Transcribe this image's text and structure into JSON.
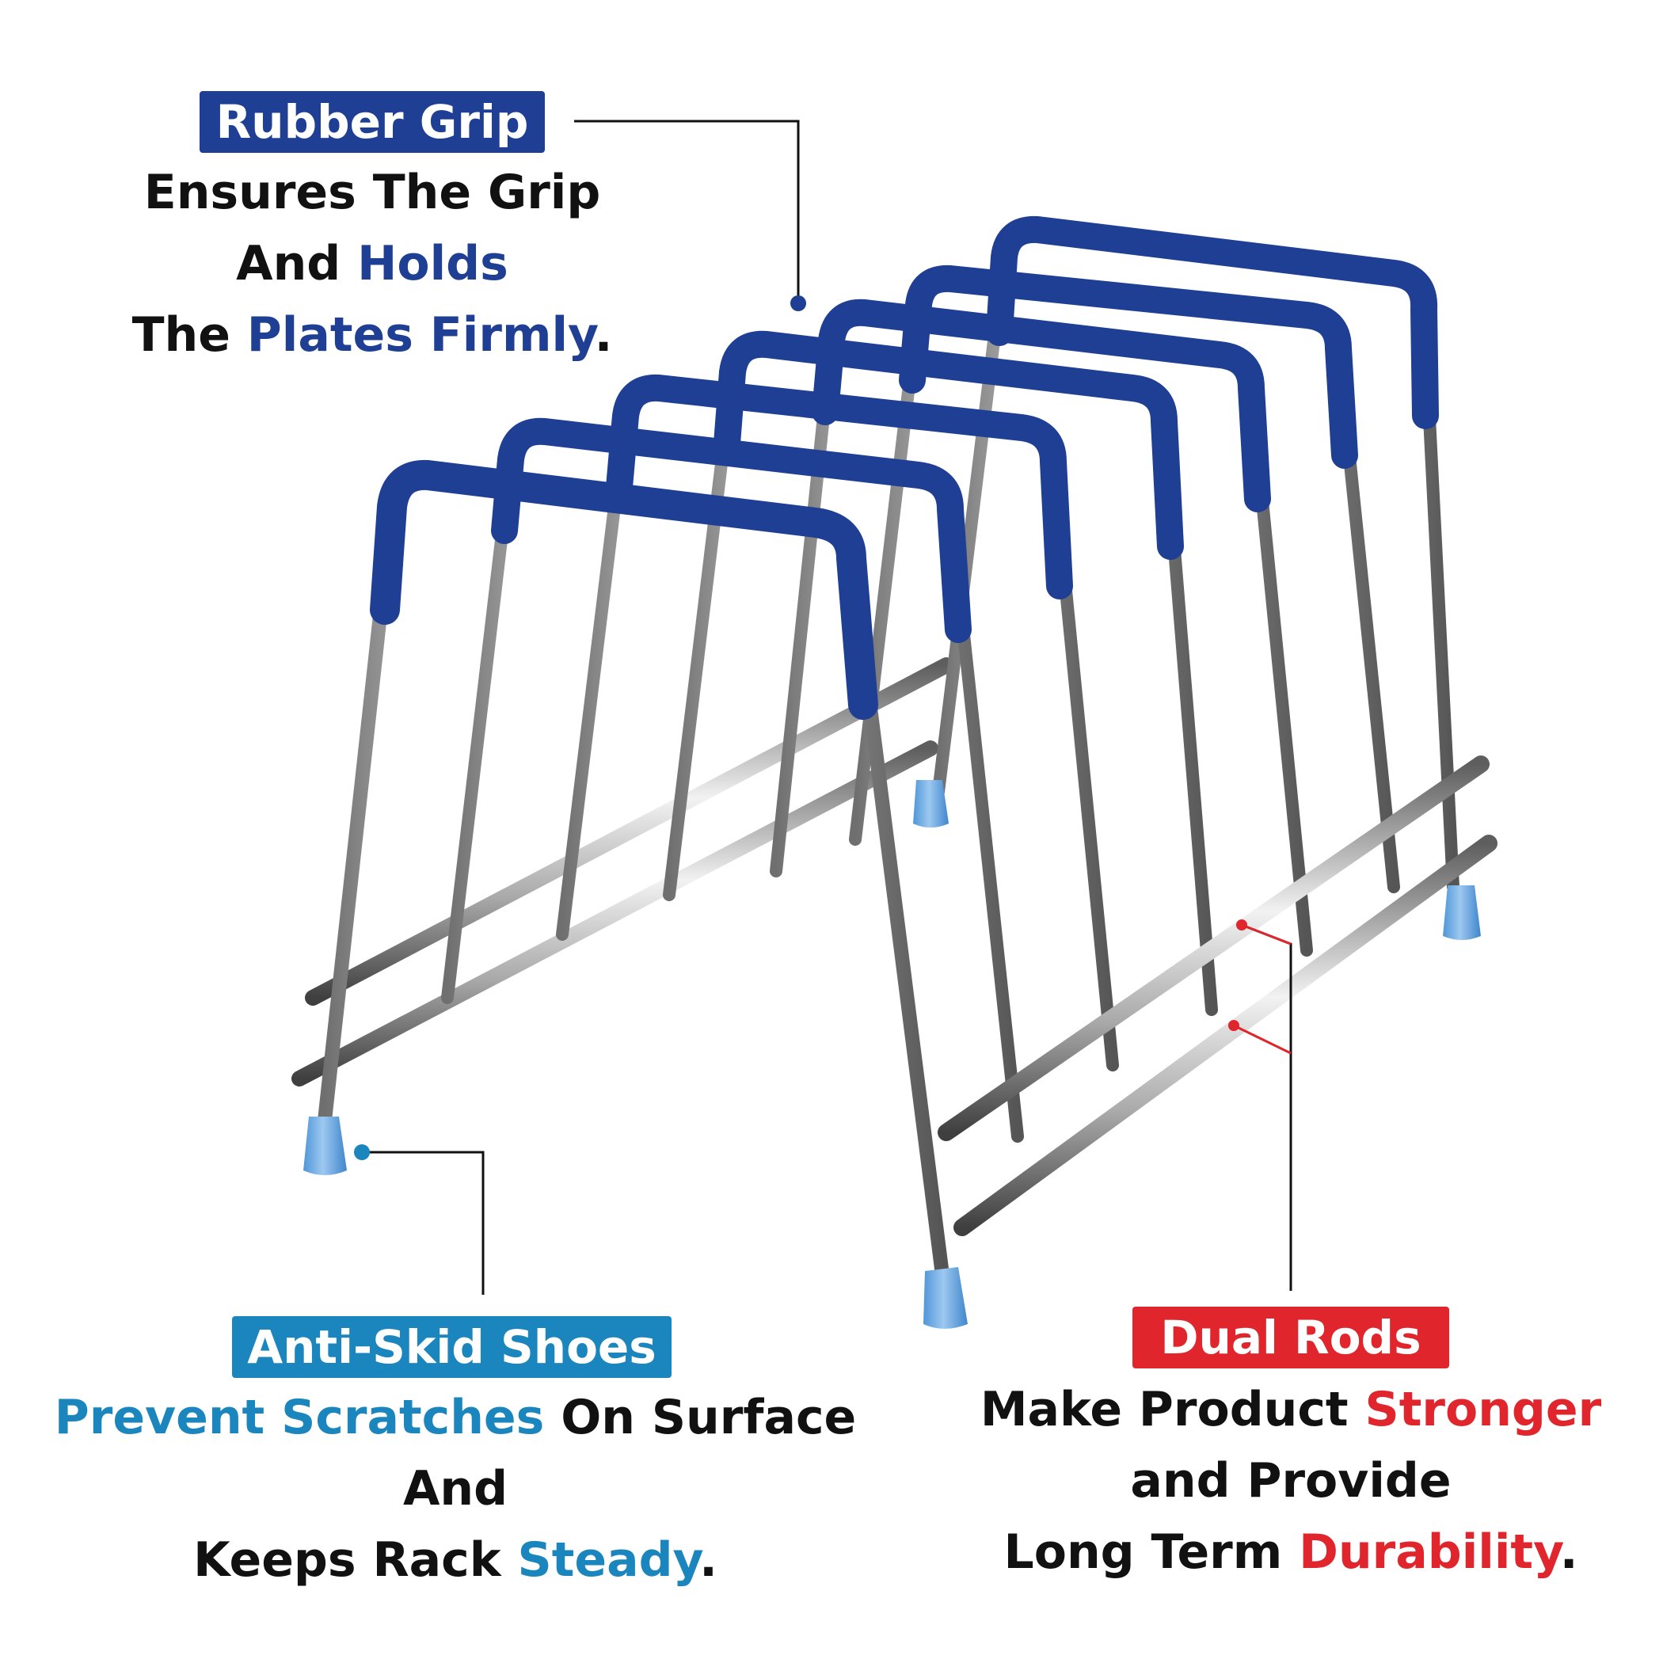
{
  "callouts": {
    "rubber_grip": {
      "badge": "Rubber Grip",
      "line1": "Ensures The Grip",
      "line2_a": "And ",
      "line2_b": "Holds",
      "line3_a": "The ",
      "line3_b": "Plates Firmly",
      "line3_c": "."
    },
    "anti_skid": {
      "badge": "Anti-Skid Shoes",
      "line1_a": "Prevent Scratches",
      "line1_b": " On Surface",
      "line2": "And",
      "line3_a": "Keeps Rack ",
      "line3_b": "Steady",
      "line3_c": "."
    },
    "dual_rods": {
      "badge": "Dual Rods",
      "line1_a": "Make Product ",
      "line1_b": "Stronger",
      "line2": "and Provide",
      "line3_a": "Long Term ",
      "line3_b": "Durability",
      "line3_c": "."
    }
  },
  "colors": {
    "rubber_blue": "#1e3f94",
    "shoe_blue": "#6aaee8",
    "teal": "#1b86bd",
    "red": "#e0262c",
    "steel": "#c9c9c9"
  }
}
